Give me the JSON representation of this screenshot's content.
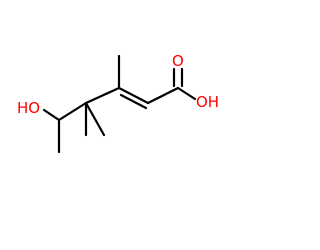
{
  "molecule": {
    "labels": {
      "carbonyl_oxygen": "O",
      "acid_hydroxyl": "OH",
      "alcohol_hydroxyl": "HO"
    },
    "colors": {
      "bond": "#000000",
      "heteroatom": "#ff0000",
      "background": "#ffffff"
    }
  }
}
